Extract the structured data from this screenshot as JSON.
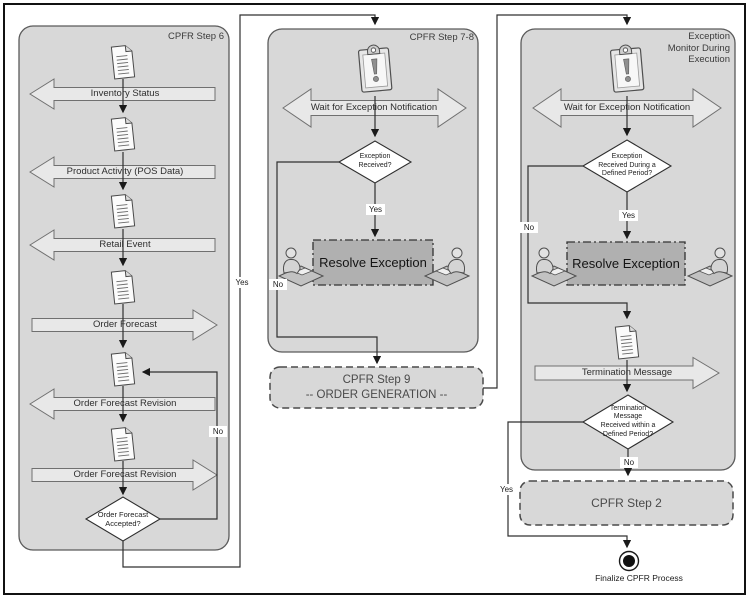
{
  "colors": {
    "panel_fill": "#d8d8d8",
    "panel_border": "#5a5a5a",
    "arrow_fill": "#e8e8e8",
    "arrow_border": "#707070",
    "resolve_fill": "#b0b0b0",
    "diamond_fill": "#ffffff",
    "connector": "#303030",
    "step_box_text": "#4a4a4a"
  },
  "panel_step6": {
    "title": "CPFR Step 6",
    "arrows": {
      "inventory_status": "Inventory Status",
      "product_activity": "Product Activity (POS Data)",
      "retail_event": "Retail Event",
      "order_forecast": "Order Forecast",
      "order_forecast_revision_1": "Order Forecast Revision",
      "order_forecast_revision_2": "Order Forecast Revision"
    },
    "decision": {
      "line1": "Order Forecast",
      "line2": "Accepted?"
    },
    "labels": {
      "yes": "Yes",
      "no": "No"
    }
  },
  "panel_step78": {
    "title": "CPFR Step 7-8",
    "wait_arrow": "Wait for Exception Notification",
    "decision": {
      "line1": "Exception",
      "line2": "Received?"
    },
    "resolve": "Resolve Exception",
    "labels": {
      "yes": "Yes",
      "no": "No"
    }
  },
  "step9_box": {
    "line1": "CPFR Step 9",
    "line2": "-- ORDER GENERATION --"
  },
  "panel_monitor": {
    "title": {
      "line1": "Exception",
      "line2": "Monitor During",
      "line3": "Execution"
    },
    "wait_arrow": "Wait for Exception Notification",
    "decision_exception": {
      "line1": "Exception",
      "line2": "Received During a",
      "line3": "Defined Period?"
    },
    "resolve": "Resolve Exception",
    "termination_arrow": "Termination Message",
    "decision_termination": {
      "line1": "Termination",
      "line2": "Message",
      "line3": "Received within a",
      "line4": "Defined Period?"
    },
    "labels": {
      "yes_exception": "Yes",
      "no_exception": "No",
      "no_termination": "No",
      "yes_termination": "Yes"
    }
  },
  "step2_box": {
    "label": "CPFR Step 2"
  },
  "end_node": {
    "label": "Finalize CPFR Process"
  },
  "icons": {
    "document": "document-icon",
    "clipboard_alert": "clipboard-alert-icon",
    "person_at_desk": "person-at-desk-icon",
    "end_circle": "process-end-icon"
  }
}
